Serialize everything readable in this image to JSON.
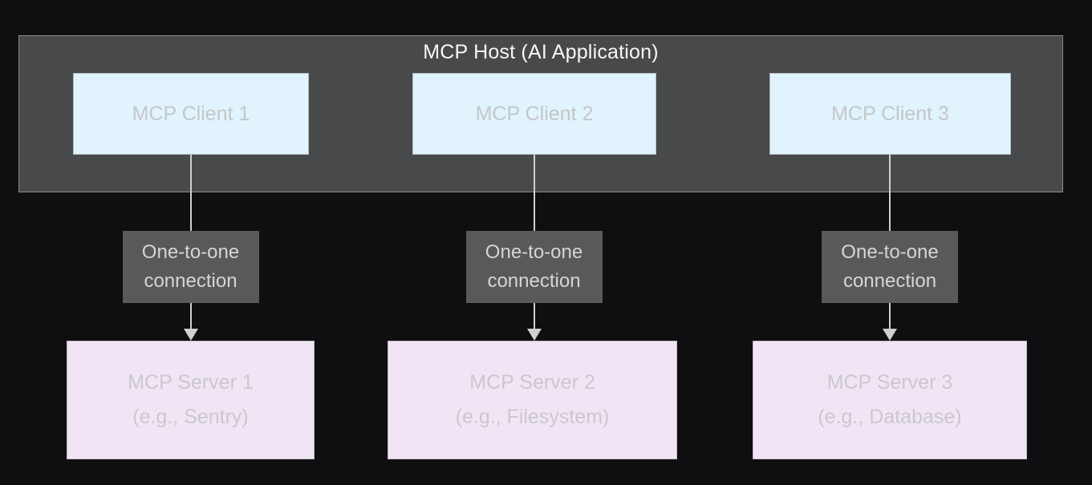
{
  "diagram": {
    "host": {
      "title": "MCP Host (AI Application)"
    },
    "clients": [
      {
        "label": "MCP Client 1"
      },
      {
        "label": "MCP Client 2"
      },
      {
        "label": "MCP Client 3"
      }
    ],
    "connections": [
      {
        "line1": "One-to-one",
        "line2": "connection"
      },
      {
        "line1": "One-to-one",
        "line2": "connection"
      },
      {
        "line1": "One-to-one",
        "line2": "connection"
      }
    ],
    "servers": [
      {
        "name": "MCP Server 1",
        "example": "(e.g., Sentry)"
      },
      {
        "name": "MCP Server 2",
        "example": "(e.g., Filesystem)"
      },
      {
        "name": "MCP Server 3",
        "example": "(e.g., Database)"
      }
    ],
    "colors": {
      "background": "#0f0f11",
      "host_fill": "#47494a",
      "host_border": "#8a8c8c",
      "title_text": "#f6f7f7",
      "client_fill": "#e1f3fc",
      "client_border": "#b4bcc1",
      "client_text": "#c3c7c9",
      "label_fill": "#59595b",
      "label_text": "#d5d5d5",
      "server_fill": "#f1e5f5",
      "server_border": "#bfbdc2",
      "server_text": "#cac8cc",
      "line_color": "#d0d0d0"
    }
  }
}
